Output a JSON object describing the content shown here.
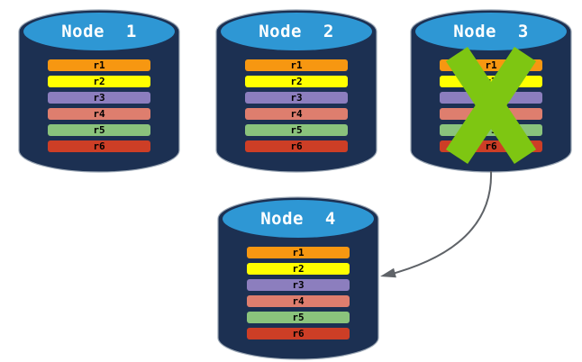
{
  "diagram": {
    "description": "Replicated database cluster: failed node replicas transferred to new node",
    "colors": {
      "background": "#ffffff",
      "cylinder_body": "#1C3052",
      "cylinder_top": "#2E97D4",
      "cylinder_outline": "#9AA6B4",
      "title_text": "#FFFFFF",
      "row_text": "#000000",
      "failure_x": "#7EC612",
      "arrow": "#5F6368"
    },
    "nodes": [
      {
        "id": "node-1",
        "title": "Node  1",
        "failed": false,
        "replicas": [
          {
            "label": "r1",
            "color": "#F79711"
          },
          {
            "label": "r2",
            "color": "#FFFF00"
          },
          {
            "label": "r3",
            "color": "#8C7EBE"
          },
          {
            "label": "r4",
            "color": "#DE7E6E"
          },
          {
            "label": "r5",
            "color": "#8AC37C"
          },
          {
            "label": "r6",
            "color": "#CD3E26"
          }
        ]
      },
      {
        "id": "node-2",
        "title": "Node  2",
        "failed": false,
        "replicas": [
          {
            "label": "r1",
            "color": "#F79711"
          },
          {
            "label": "r2",
            "color": "#FFFF00"
          },
          {
            "label": "r3",
            "color": "#8C7EBE"
          },
          {
            "label": "r4",
            "color": "#DE7E6E"
          },
          {
            "label": "r5",
            "color": "#8AC37C"
          },
          {
            "label": "r6",
            "color": "#CD3E26"
          }
        ]
      },
      {
        "id": "node-3",
        "title": "Node  3",
        "failed": true,
        "replicas": [
          {
            "label": "r1",
            "color": "#F79711"
          },
          {
            "label": "r2",
            "color": "#FFFF00"
          },
          {
            "label": "r3",
            "color": "#8C7EBE"
          },
          {
            "label": "r4",
            "color": "#DE7E6E"
          },
          {
            "label": "r5",
            "color": "#8AC37C"
          },
          {
            "label": "r6",
            "color": "#CD3E26"
          }
        ]
      },
      {
        "id": "node-4",
        "title": "Node  4",
        "failed": false,
        "replicas": [
          {
            "label": "r1",
            "color": "#F79711"
          },
          {
            "label": "r2",
            "color": "#FFFF00"
          },
          {
            "label": "r3",
            "color": "#8C7EBE"
          },
          {
            "label": "r4",
            "color": "#DE7E6E"
          },
          {
            "label": "r5",
            "color": "#8AC37C"
          },
          {
            "label": "r6",
            "color": "#CD3E26"
          }
        ]
      }
    ],
    "arrow": {
      "from": "Node 3",
      "to": "Node 4"
    }
  }
}
